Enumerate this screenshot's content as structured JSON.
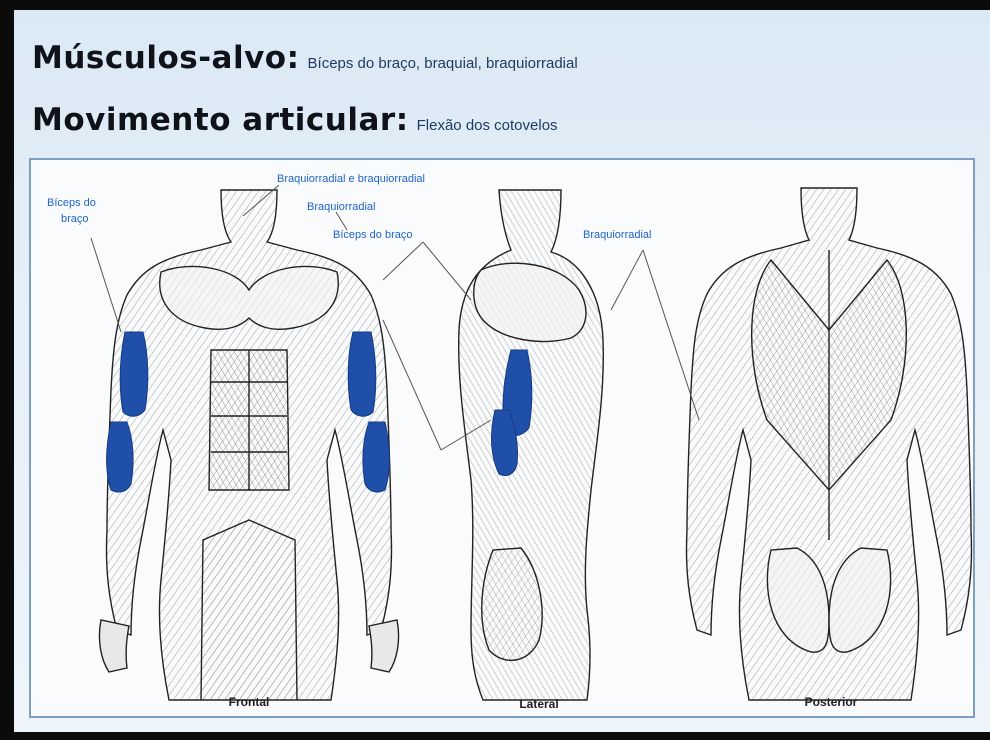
{
  "header": {
    "target_key": "Músculos-alvo:",
    "target_value": "Bíceps do braço, braquial, braquiorradial",
    "movement_key": "Movimento articular:",
    "movement_value": "Flexão dos cotovelos"
  },
  "labels": {
    "biceps_left": [
      "Bíceps do",
      "braço"
    ],
    "brachioradialis_long": "Braquiorradial e braquiorradial",
    "brachialis": "Braquiorradial",
    "biceps_right": "Bíceps do braço",
    "brachioradialis_lateral": "Braquiorradial"
  },
  "views": {
    "frontal": "Frontal",
    "lateral": "Lateral",
    "posterior": "Posterior"
  },
  "colors": {
    "highlight": "#1f4fa8",
    "label": "#1d63c9",
    "frame": "#7f9fc2"
  }
}
